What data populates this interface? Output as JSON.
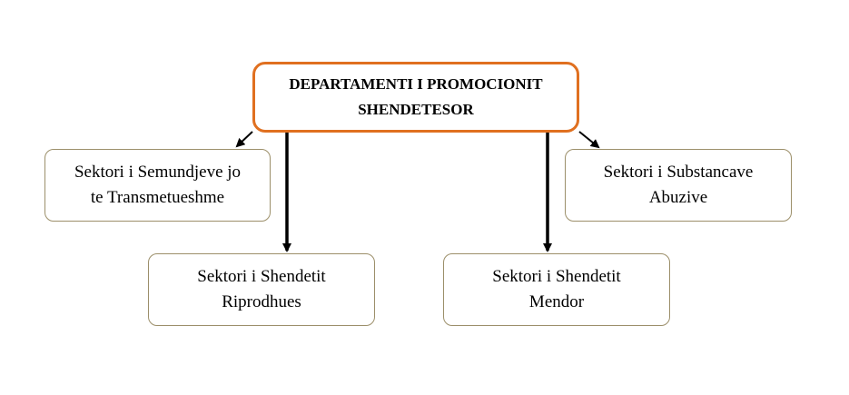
{
  "diagram": {
    "root": {
      "line1": "DEPARTAMENTI I PROMOCIONIT",
      "line2": "SHENDETESOR"
    },
    "sectors": [
      {
        "line1": "Sektori i Semundjeve jo",
        "line2": "te Transmetueshme"
      },
      {
        "line1": "Sektori i Shendetit",
        "line2": "Riprodhues"
      },
      {
        "line1": "Sektori i Shendetit",
        "line2": "Mendor"
      },
      {
        "line1": "Sektori i Substancave",
        "line2": "Abuzive"
      }
    ],
    "colors": {
      "root_border": "#E07020",
      "child_border": "#9C8F6A",
      "arrows": "#000000"
    }
  }
}
